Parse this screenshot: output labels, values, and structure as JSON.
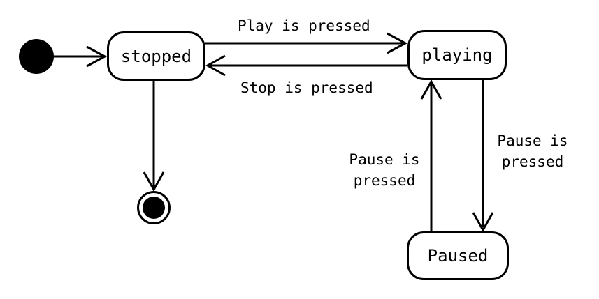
{
  "diagram": {
    "kind": "uml-state-machine",
    "colors": {
      "stroke": "#000000",
      "background": "#ffffff",
      "state_fill": "#ffffff"
    },
    "states": [
      {
        "id": "initial",
        "type": "initial-pseudostate",
        "label": ""
      },
      {
        "id": "stopped",
        "type": "state",
        "label": "stopped"
      },
      {
        "id": "playing",
        "type": "state",
        "label": "playing"
      },
      {
        "id": "paused",
        "type": "state",
        "label": "Paused"
      },
      {
        "id": "final",
        "type": "final-state",
        "label": ""
      }
    ],
    "transitions": [
      {
        "from": "initial",
        "to": "stopped",
        "label": ""
      },
      {
        "from": "stopped",
        "to": "playing",
        "label": "Play is pressed"
      },
      {
        "from": "playing",
        "to": "stopped",
        "label": "Stop is pressed"
      },
      {
        "from": "paused",
        "to": "playing",
        "label": "Pause is pressed"
      },
      {
        "from": "playing",
        "to": "paused",
        "label": "Pause is pressed"
      },
      {
        "from": "stopped",
        "to": "final",
        "label": ""
      }
    ]
  }
}
